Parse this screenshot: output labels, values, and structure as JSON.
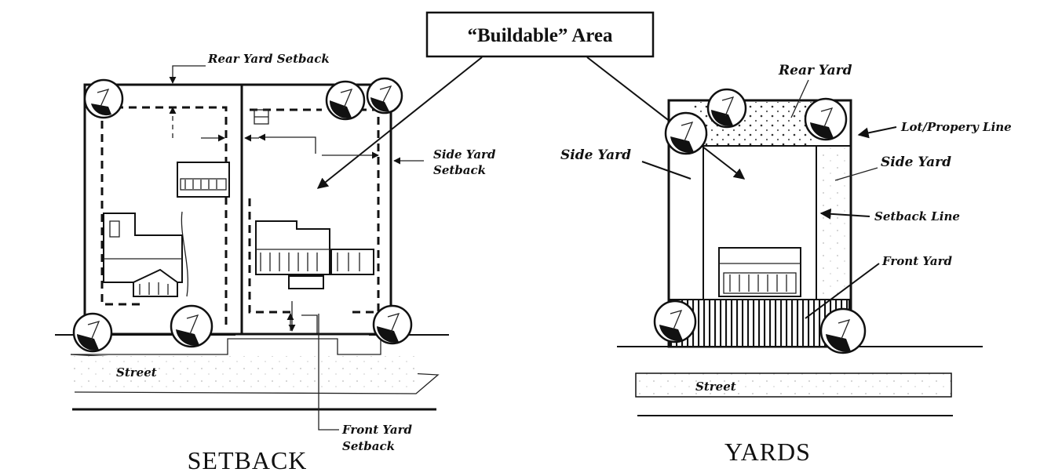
{
  "buildable_area_label": "“Buildable” Area",
  "setback": {
    "caption": "SETBACK",
    "rear_yard_setback": "Rear Yard Setback",
    "side_yard_setback_line1": "Side Yard",
    "side_yard_setback_line2": "Setback",
    "front_yard_setback_line1": "Front Yard",
    "front_yard_setback_line2": "Setback",
    "street": "Street"
  },
  "yards": {
    "caption": "YARDS",
    "rear_yard": "Rear Yard",
    "lot_property_line": "Lot/Propery Line",
    "side_yard_left": "Side Yard",
    "side_yard_right": "Side Yard",
    "setback_line": "Setback Line",
    "front_yard": "Front Yard",
    "street": "Street"
  },
  "colors": {
    "ink": "#111111",
    "background": "#ffffff"
  }
}
